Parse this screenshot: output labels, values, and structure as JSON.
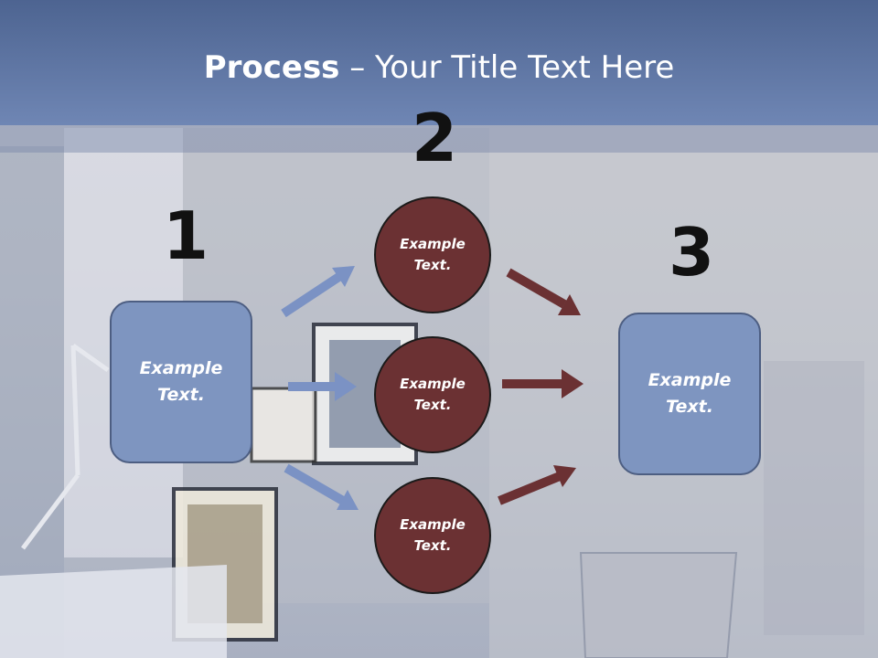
{
  "title": {
    "bold": "Process",
    "rest": " – Your Title Text Here"
  },
  "steps": {
    "one": "1",
    "two": "2",
    "three": "3"
  },
  "left_box": {
    "line1": "Example",
    "line2": "Text."
  },
  "right_box": {
    "line1": "Example",
    "line2": "Text."
  },
  "circles": [
    {
      "line1": "Example",
      "line2": "Text."
    },
    {
      "line1": "Example",
      "line2": "Text."
    },
    {
      "line1": "Example",
      "line2": "Text."
    }
  ],
  "colors": {
    "header": "#5d76a6",
    "box_fill": "#7e95c0",
    "circle_fill": "#6b3133",
    "blue_arrow": "#7b92c4",
    "red_arrow": "#6b3133"
  }
}
